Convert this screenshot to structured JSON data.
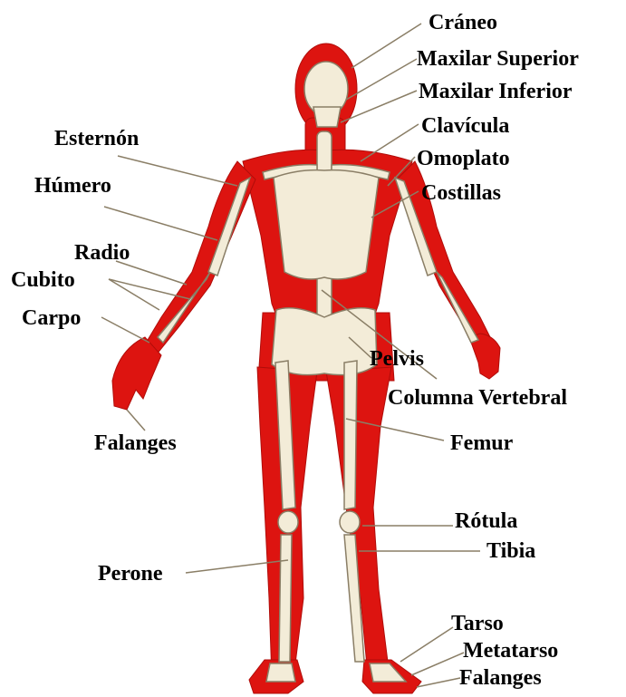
{
  "colors": {
    "body": "#dd1410",
    "bone": "#f3ecd8",
    "bone_outline": "#8a7e66",
    "leader": "#8a7e66",
    "text": "#000000",
    "background": "#ffffff"
  },
  "labels": {
    "craneo": "Cráneo",
    "maxilar_superior": "Maxilar Superior",
    "maxilar_inferior": "Maxilar Inferior",
    "clavicula": "Clavícula",
    "omoplato": "Omoplato",
    "costillas": "Costillas",
    "esternon": "Esternón",
    "humero": "Húmero",
    "radio": "Radio",
    "cubito": "Cubito",
    "carpo": "Carpo",
    "pelvis": "Pelvis",
    "columna_vertebral": "Columna Vertebral",
    "falanges_mano": "Falanges",
    "femur": "Femur",
    "rotula": "Rótula",
    "tibia": "Tibia",
    "perone": "Perone",
    "tarso": "Tarso",
    "metatarso": "Metatarso",
    "falanges_pie": "Falanges"
  }
}
